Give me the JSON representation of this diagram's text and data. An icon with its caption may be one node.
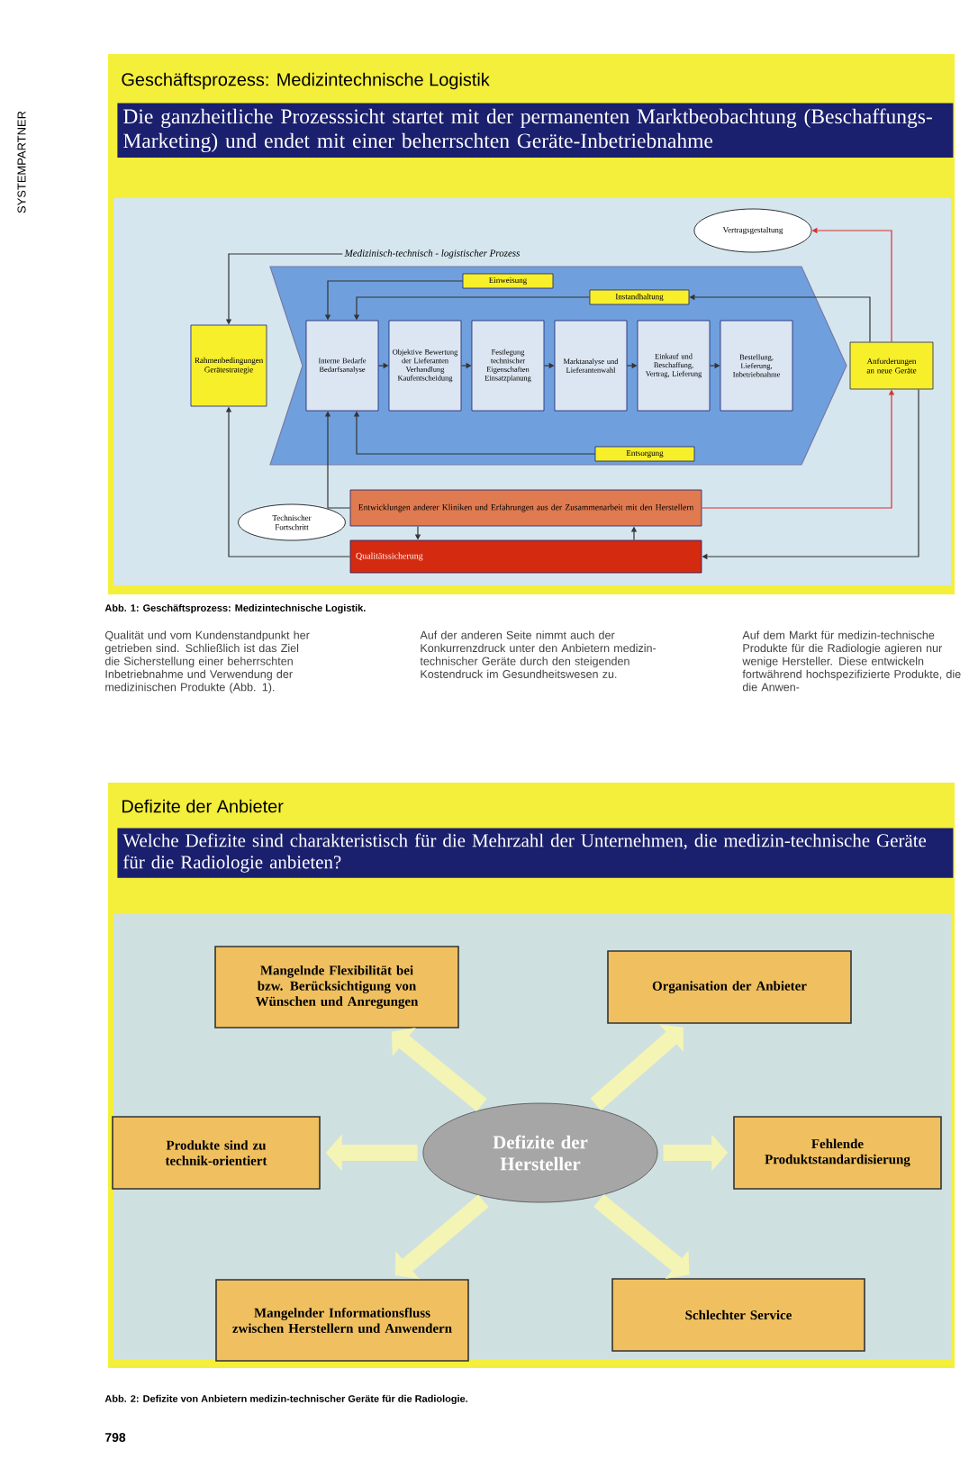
{
  "diagram": {
    "nodes": [
      {
        "text": [
          "Geschäftsprozess: Medizintechnische Logistik",
          "Die ganzheitliche Prozesssicht startet mit der permanenten Marktbeobachtung (Beschaffungs-Marketing) und endet mit einer beherrschten Geräte-Inbetriebnahme"
        ]
      },
      {
        "text": [
          "Vertragsgestaltung"
        ],
        "in": 0
      },
      {
        "text": [
          "Medizinisch-technisch - logistischer Prozess"
        ],
        "in": 0
      },
      {
        "text": [
          "Einweisung"
        ],
        "in": 2
      },
      {
        "text": [
          "Instandhaltung"
        ],
        "in": 2
      },
      {
        "text": [
          "Rahmenbedingungen Gerätestrategie"
        ],
        "in": 0
      },
      {
        "text": [
          "Interne Bedarfe Bedarfsanalyse"
        ],
        "in": 2
      },
      {
        "text": [
          "Objektive Bewertung der Lieferanten Verhandlung Kaufentscheidung"
        ],
        "in": 2
      },
      {
        "text": [
          "Festlegung technischer Eigenschaften Einsatzplanung"
        ],
        "in": 2
      },
      {
        "text": [
          "Marktanalyse und Lieferantenwahl"
        ],
        "in": 2
      },
      {
        "text": [
          "Einkauf und Beschaffung, Vertrag, Lieferung"
        ],
        "in": 2
      },
      {
        "text": [
          "Bestellung, Lieferung, Inbetriebnahme"
        ],
        "in": 2
      },
      {
        "text": [
          "Anforderungen an neue Geräte"
        ],
        "in": 0
      },
      {
        "text": [
          "Entsorgung"
        ],
        "in": 2
      },
      {
        "text": [
          "Technischer Fortschritt"
        ],
        "in": 0
      },
      {
        "text": [
          "Entwicklungen anderer Kliniken und Erfahrungen aus der Zusammenarbeit mit den Herstellern"
        ],
        "in": 0
      },
      {
        "text": [
          "Qualitätssicherung"
        ],
        "in": 0
      },
      {
        "text": [
          "Defizite der Anbieter",
          "Welche Defizite sind charakteristisch für die Mehrzahl der Unternehmen, die medizin-technische Geräte für die Radiologie anbieten?"
        ]
      },
      {
        "text": [
          "Defizite der Hersteller"
        ],
        "in": 17
      },
      {
        "text": [
          "Mangelnde Flexibilität bei bzw. Berücksichtigung von Wünschen und Anregungen"
        ],
        "in": 17
      },
      {
        "text": [
          "Organisation der Anbieter"
        ],
        "in": 17
      },
      {
        "text": [
          "Produkte sind zu technik-orientiert"
        ],
        "in": 17
      },
      {
        "text": [
          "Fehlende Produktstandardisierung"
        ],
        "in": 17
      },
      {
        "text": [
          "Mangelnder Informationsfluss zwischen Herstellern und Anwendern"
        ],
        "in": 17
      },
      {
        "text": [
          "Schlechter Service"
        ],
        "in": 17
      }
    ],
    "edges": [
      {
        "from": 12,
        "to": 1,
        "arrow": "to",
        "color": "#d83030"
      },
      {
        "from": 12,
        "to": 4,
        "arrow": "to"
      },
      {
        "from": 3,
        "to": 6,
        "arrow": "to"
      },
      {
        "from": 4,
        "to": 6,
        "arrow": "to"
      },
      {
        "from": 2,
        "to": 5,
        "arrow": "to"
      },
      {
        "from": 13,
        "to": 6,
        "arrow": "to"
      },
      {
        "from": 15,
        "to": 6,
        "arrow": "to"
      },
      {
        "from": 15,
        "to": 16,
        "arrow": "to"
      },
      {
        "from": 16,
        "to": 15,
        "arrow": "to"
      },
      {
        "from": 15,
        "to": 12,
        "arrow": "to",
        "color": "#d83030"
      },
      {
        "from": 12,
        "to": 16,
        "arrow": "to"
      },
      {
        "from": 16,
        "to": 5,
        "arrow": "to"
      },
      {
        "from": 6,
        "to": 7,
        "arrow": "to"
      },
      {
        "from": 7,
        "to": 8,
        "arrow": "to"
      },
      {
        "from": 8,
        "to": 9,
        "arrow": "to"
      },
      {
        "from": 9,
        "to": 10,
        "arrow": "to"
      },
      {
        "from": 10,
        "to": 11,
        "arrow": "to"
      },
      {
        "from": 18,
        "to": 19,
        "arrow": "to",
        "style": "thick",
        "color": "#f4f4b4"
      },
      {
        "from": 18,
        "to": 20,
        "arrow": "to",
        "style": "thick",
        "color": "#f4f4b4"
      },
      {
        "from": 18,
        "to": 21,
        "arrow": "to",
        "style": "thick",
        "color": "#f4f4b4"
      },
      {
        "from": 18,
        "to": 22,
        "arrow": "to",
        "style": "thick",
        "color": "#f4f4b4"
      },
      {
        "from": 18,
        "to": 23,
        "arrow": "to",
        "style": "thick",
        "color": "#f4f4b4"
      },
      {
        "from": 18,
        "to": 24,
        "arrow": "to",
        "style": "thick",
        "color": "#f4f4b4"
      }
    ],
    "labels": [
      "SYSTEMPARTNER",
      "Abb. 1: Geschäftsprozess: Medizintechnische Logistik.",
      "Qualität und vom Kundenstandpunkt her getrieben sind. Schließlich ist das Ziel die Sicherstellung einer beherrschten Inbetriebnahme und Verwendung der medizinischen Produkte (Abb. 1).",
      "Auf der anderen Seite nimmt auch der Konkurrenzdruck unter den Anbietern medizin-technischer Geräte durch den steigenden Kostendruck im Gesundheitswesen zu.",
      "Auf dem Markt für medizin-technische Produkte für die Radiologie agieren nur wenige Hersteller. Diese entwickeln fortwährend hochspezifizierte Produkte, die die Anwen-",
      "Abb. 2: Defizite von Anbietern medizin-technischer Geräte für die Radiologie.",
      "798"
    ]
  }
}
